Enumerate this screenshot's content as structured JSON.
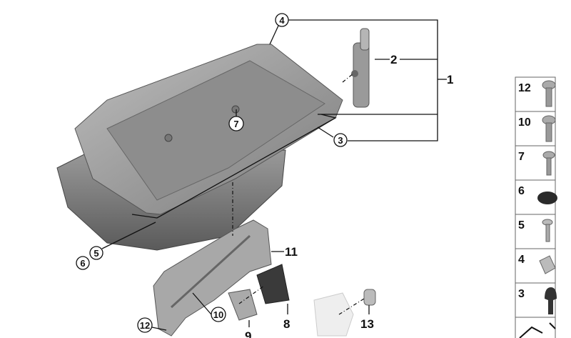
{
  "diagram": {
    "callouts": {
      "c1": "1",
      "c2": "2",
      "c3": "3",
      "c4": "4",
      "c5": "5",
      "c6": "6",
      "c7": "7",
      "c8": "8",
      "c9": "9",
      "c10": "10",
      "c11": "11",
      "c12": "12",
      "c13": "13"
    },
    "side_panel": {
      "items": [
        {
          "label": "12",
          "part": "screw-torx-large"
        },
        {
          "label": "10",
          "part": "screw-torx-flange"
        },
        {
          "label": "7",
          "part": "screw-torx-short"
        },
        {
          "label": "6",
          "part": "round-cap"
        },
        {
          "label": "5",
          "part": "self-tapping-screw"
        },
        {
          "label": "4",
          "part": "clip-nut"
        },
        {
          "label": "3",
          "part": "rubber-buffer"
        }
      ]
    }
  }
}
